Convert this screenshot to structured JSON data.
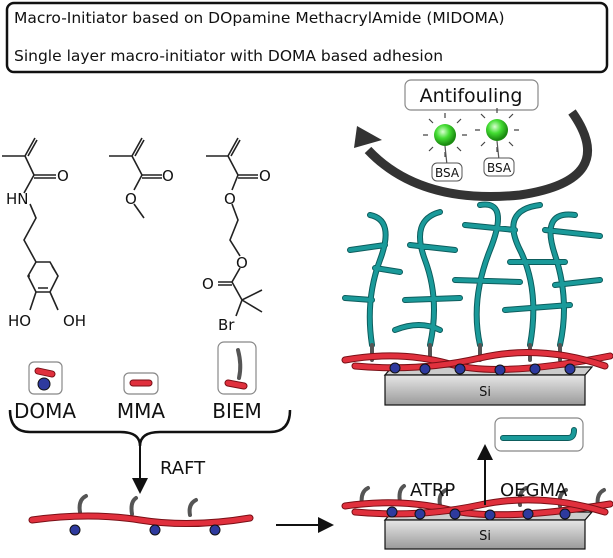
{
  "header": {
    "line1": "Macro-Initiator based on DOpamine MethacrylAmide (MIDOMA)",
    "line2": "Single layer macro-initiator with DOMA based adhesion"
  },
  "molecules": {
    "doma_atoms": {
      "o": "O",
      "hn": "HN",
      "ho": "HO",
      "oh": "OH"
    },
    "mma_atoms": {
      "o1": "O",
      "o2": "O"
    },
    "biem_atoms": {
      "o1": "O",
      "o2": "O",
      "o3": "O",
      "o4": "O",
      "br": "Br"
    }
  },
  "monomers": [
    {
      "label": "DOMA"
    },
    {
      "label": "MMA"
    },
    {
      "label": "BIEM"
    }
  ],
  "steps": {
    "raft": "RAFT",
    "atrp": "ATRP",
    "oegma": "OEGMA"
  },
  "substrate": {
    "top": "Si",
    "bottom": "Si"
  },
  "antifouling": {
    "label": "Antifouling",
    "protein1": "BSA",
    "protein2": "BSA"
  },
  "colors": {
    "polymer": "#e0303d",
    "brush": "#1a9a9a",
    "catechol": "#2e3a9e",
    "protein": "#33dd33"
  }
}
